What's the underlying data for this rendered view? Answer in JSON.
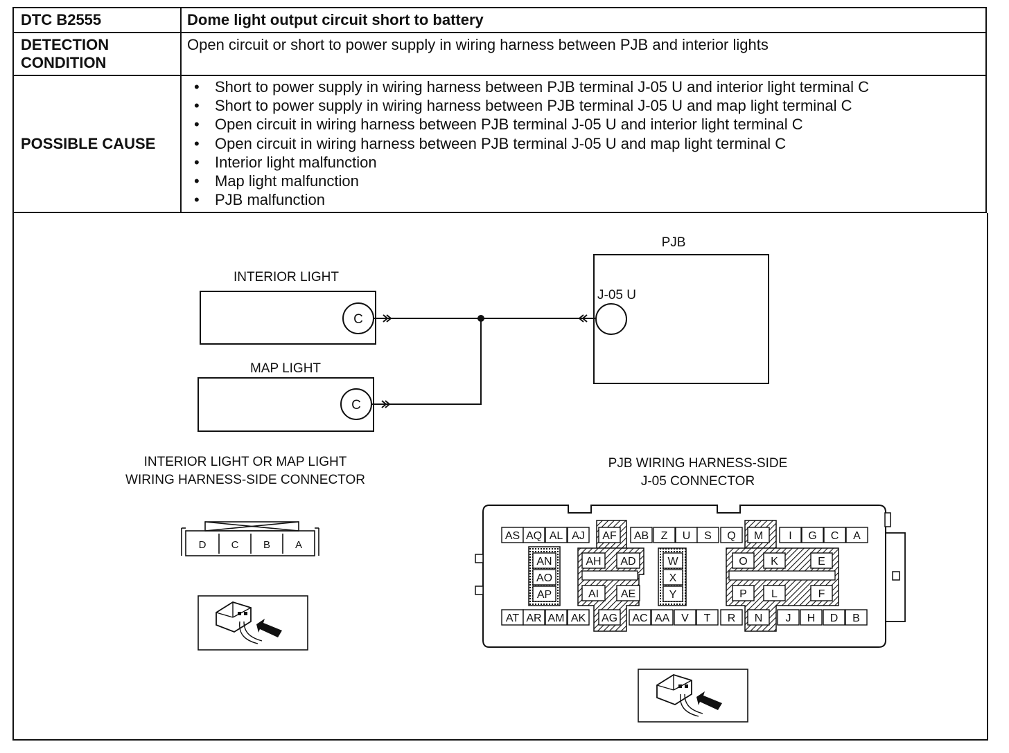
{
  "dtc": {
    "code": "DTC B2555",
    "title": "Dome light output circuit short to battery",
    "detection_label": "DETECTION CONDITION",
    "detection_text": "Open circuit or short to power supply in wiring harness between PJB and interior lights",
    "cause_label": "POSSIBLE CAUSE",
    "causes": [
      "Short to power supply in wiring harness between PJB terminal J-05 U and interior light terminal C",
      "Short to power supply in wiring harness between PJB terminal J-05 U and map light terminal C",
      "Open circuit in wiring harness between PJB terminal J-05 U and interior light terminal C",
      "Open circuit in wiring harness between PJB terminal J-05 U and map light terminal C",
      "Interior light malfunction",
      "Map light malfunction",
      "PJB malfunction"
    ]
  },
  "diagram": {
    "pjb_label": "PJB",
    "pjb_terminal": "J-05 U",
    "interior_light_label": "INTERIOR LIGHT",
    "map_light_label": "MAP LIGHT",
    "terminal_c": "C",
    "left_connector_title_1": "INTERIOR LIGHT OR MAP LIGHT",
    "left_connector_title_2": "WIRING HARNESS-SIDE CONNECTOR",
    "right_connector_title_1": "PJB WIRING HARNESS-SIDE",
    "right_connector_title_2": "J-05 CONNECTOR",
    "small_connector_pins": [
      "D",
      "C",
      "B",
      "A"
    ],
    "j05_top_row": [
      "AS",
      "AQ",
      "AL",
      "AJ",
      "AF",
      "AB",
      "Z",
      "U",
      "S",
      "Q",
      "M",
      "I",
      "G",
      "C",
      "A"
    ],
    "j05_bottom_row": [
      "AT",
      "AR",
      "AM",
      "AK",
      "AG",
      "AC",
      "AA",
      "V",
      "T",
      "R",
      "N",
      "J",
      "H",
      "D",
      "B"
    ],
    "j05_col1": [
      "AN",
      "AO",
      "AP"
    ],
    "j05_col2_top": [
      "AH",
      "AD"
    ],
    "j05_col2_bot": [
      "AI",
      "AE"
    ],
    "j05_col3": [
      "W",
      "X",
      "Y"
    ],
    "j05_right_top": [
      "O",
      "K",
      "E"
    ],
    "j05_right_bot": [
      "P",
      "L",
      "F"
    ]
  }
}
